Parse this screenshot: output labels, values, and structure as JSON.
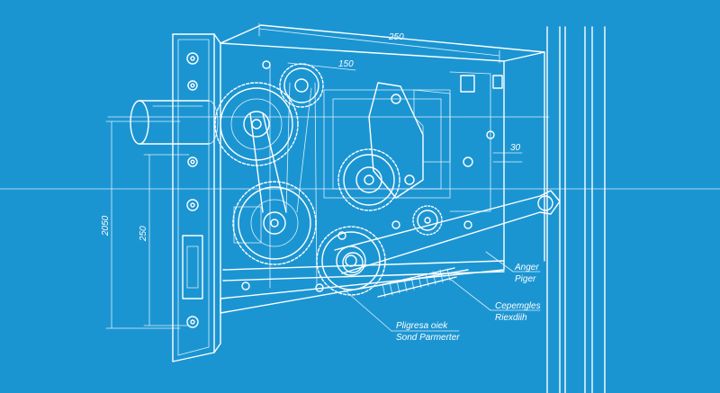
{
  "colors": {
    "background": "#1b95d2",
    "line": "#ffffff"
  },
  "dimensions": {
    "top_width": "250",
    "top_small": "150",
    "right_side": "30",
    "left_outer": "2050",
    "left_inner": "250"
  },
  "labels": {
    "anger": "Anger",
    "piger": "Piger",
    "cepemgles": "Cepemgles",
    "riexdiih": "Riexdiih",
    "pligreseoiek": "Pligresa oiek",
    "sond_parmerter": "Sond Parmerter"
  }
}
